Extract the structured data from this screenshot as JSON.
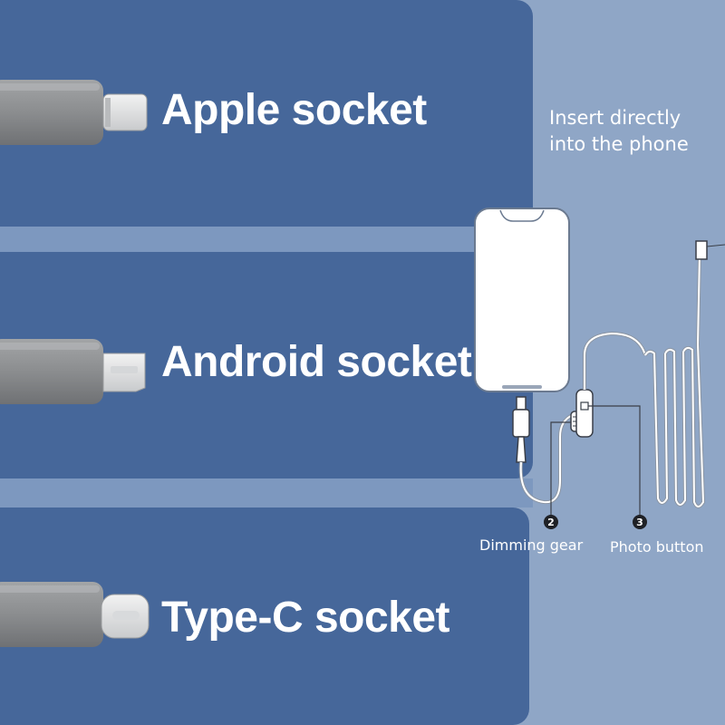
{
  "sockets": [
    {
      "label": "Apple socket",
      "connector_icon": "lightning-plug-icon"
    },
    {
      "label": "Android socket",
      "connector_icon": "micro-usb-plug-icon"
    },
    {
      "label": "Type-C socket",
      "connector_icon": "usb-c-plug-icon"
    }
  ],
  "insert_note": {
    "line1": "Insert directly",
    "line2": "into the phone"
  },
  "callouts": [
    {
      "number": "2",
      "label": "Dimming gear"
    },
    {
      "number": "3",
      "label": "Photo button"
    }
  ],
  "colors": {
    "panel": "#46679a",
    "background": "#8fa6c6",
    "strip": "#7d98bf",
    "connector_body": "#8d8f91",
    "text": "#ffffff"
  }
}
